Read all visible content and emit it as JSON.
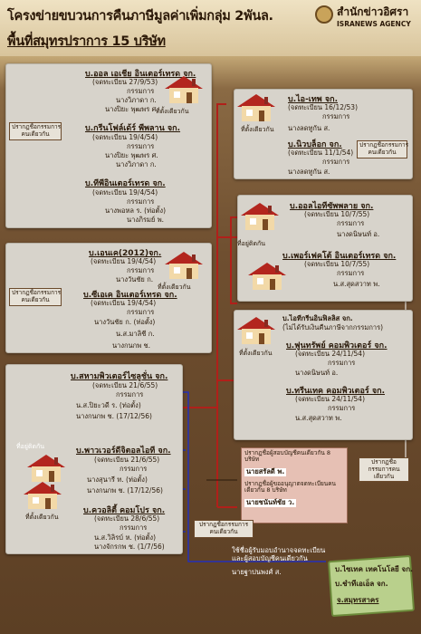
{
  "header": {
    "title1": "โครงข่ายขบวนการคืนภาษีมูลค่าเพิ่มกลุ่ม 2พันล.",
    "title2": "พื้นที่สมุทรปราการ 15 บริษัท",
    "brand": "สำนักข่าวอิศรา",
    "brand_en": "ISRANEWS AGENCY"
  },
  "labels": {
    "same_addr": "ที่ตั้งเดียวกัน",
    "same_addr2": "ที่อยู่ติดกัน",
    "reg": "กรรมการ",
    "same_dir": "ปรากฏชื่อกรรมการ\nคนเดียวกัน"
  },
  "p1": {
    "c1": "บ.ออล เอเชีย อินเตอร์เทรด จก.",
    "c1d": "(จดทะเบียน 27/9/53)",
    "c1a": "นางวิภาดา ก.",
    "c1b": "นางปิยะ พุฒพร ศ.",
    "c2": "บ.กรีนโฟล์เด้ร์ พีพลาน จก.",
    "c2d": "(จดทะเบียน 19/4/54)",
    "c2a": "นางปิยะ พุฒพร ศ.",
    "c2b": "นางวิภาดา ก.",
    "c3": "บ.ทีพีอินเตอร์เทรด จก.",
    "c3d": "(จดทะเบียน 19/4/54)",
    "c3a": "นางพอหล ร. (ท่อตั้ง)",
    "c3b": "นางภิรมย์ พ."
  },
  "p2": {
    "c1": "บ.ไอ-เทพ จก.",
    "c1d": "(จดทะเบียน 16/12/53)",
    "c1a": "นางลดทูกัน ส.",
    "c2": "บ.นิวบล็อก จก.",
    "c2d": "(จดทะเบียน 11/1/54)",
    "c2a": "นางลดทูกัน ส."
  },
  "p3": {
    "c1": "บ.ออลไอทีซัพพลาย จก.",
    "c1d": "(จดทะเบียน 10/7/55)",
    "c1a": "นางดนิษนท์ อ.",
    "c2": "บ.เพอร์เฟคโต้ อินเตอร์เทรด จก.",
    "c2d": "(จดทะเบียน 10/7/55)",
    "c2a": "น.ส.สุดสวาท พ."
  },
  "p4": {
    "c1": "บ.เอนเค(2012)จก.",
    "c1d": "(จดทะเบียน 19/4/54)",
    "c1a": "นางวันชัย ก.",
    "c2": "บ.ซีเอเค อินเตอร์เทรด จก.",
    "c2d": "(จดทะเบียน 19/4/54)",
    "c2a": "นางวันชัย ก. (ท่อตั้ง)",
    "c2b": "น.ส.มาลิชี ก.",
    "c2c": "นางกนกพ ช."
  },
  "p5": {
    "c1": "บ.ไอทีกรีนอินฟิลลิส จก.",
    "c1n": "(ไม่ได้รับเงินคืนภาษีจากกรรมการ)",
    "c2": "บ.ฟูนทรัพย์ คอมพิวเตอร์ จก.",
    "c2d": "(จดทะเบียน 24/11/54)",
    "c2a": "นางดนิษนท์ อ.",
    "c3": "บ.ทรีนเทค คอมพิวเตอร์ จก.",
    "c3d": "(จดทะเบียน 24/11/54)",
    "c3a": "น.ส.สุดสวาท พ."
  },
  "p6": {
    "c1": "บ.สหามพิวเตอร์ไซลูชั่น จก.",
    "c1d": "(จดทะเบียน 21/6/55)",
    "c1a": "น.ส.ปิยะวดี ร. (ท่อตั้ง)",
    "c1b": "นางกนกพ ช. (17/12/56)",
    "c2": "บ.พาวเวอร์ดีจิตอลไอที จก.",
    "c2d": "(จดทะเบียน 21/6/55)",
    "c2a": "นางสุนารี ท. (ท่อตั้ง)",
    "c2b": "นางกนกพ ช. (17/12/56)",
    "c3": "บ.ควอลิตี้ คอมโปร จก.",
    "c3d": "(จดทะเบียน 28/6/55)",
    "c3a": "น.ส.วิลิรบ์ ห. (ท่อตั้ง)",
    "c3b": "นางจักรกพ ช. (1/7/56)"
  },
  "notes": {
    "n1": "ปรากฏชื่อผู้สอบบัญชีคนเดียวกัน 8 บริษัท",
    "n1a": "นายสรัลดี พ.",
    "n2": "ปรากฏชื่อผู้ขออนุญาตจดทะเบียนคนเดียวกัน 8 บริษัท",
    "n2a": "นายชนันท์ชัย ว.",
    "n3": "ปรากฏชื่อกรรมการคนเดียวกัน",
    "n4": "ใช้ชื่อผู้รับมอบอำนาจจดทะเบียนและผู้สอบบัญชีคนเดียวกัน",
    "n4a": "นายฐาปนพงศ์ ส.",
    "green1": "บ.ไซเทค เทคโนโลยี จก.",
    "green2": "บ.ชำทีเอเอ็ล จก.",
    "green3": "จ.สมุทรสาคร"
  }
}
